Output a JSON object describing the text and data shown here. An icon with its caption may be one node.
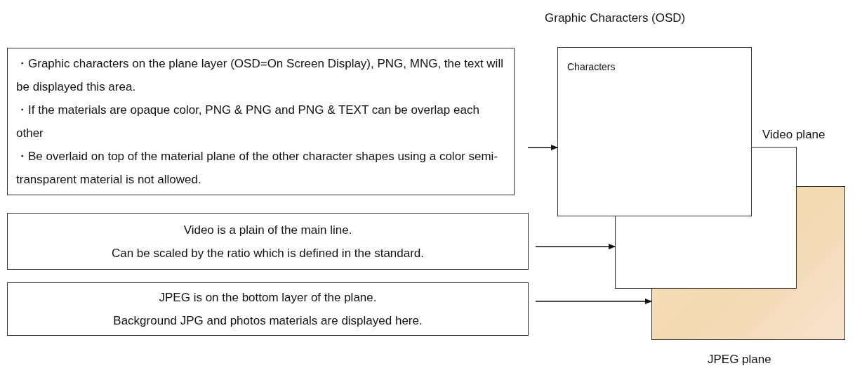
{
  "diagram": {
    "nodes": [
      {
        "text": [
          "・Graphic characters on the plane layer (OSD=On Screen Display), PNG, MNG, the text will be displayed this area.",
          "・If the materials are opaque color,  PNG & PNG and PNG & TEXT can be overlap each other",
          "・Be overlaid on top of the material plane of the other character shapes using a color semi-transparent material is not allowed."
        ]
      },
      {
        "text": [
          "Video is a plain of the main line.",
          "Can be scaled by the ratio which is defined in the standard."
        ]
      },
      {
        "text": [
          "JPEG is on the bottom layer of the plane.",
          "Background JPG and photos materials are displayed here."
        ]
      },
      {
        "text": [
          "Graphic Characters (OSD)",
          "Characters"
        ]
      },
      {
        "text": [
          "Video plane"
        ]
      },
      {
        "text": [
          "JPEG plane"
        ]
      }
    ],
    "edges": [
      {
        "from": 0,
        "to": 3,
        "arrow": "to"
      },
      {
        "from": 1,
        "to": 4,
        "arrow": "to"
      },
      {
        "from": 2,
        "to": 5,
        "arrow": "to"
      }
    ]
  }
}
